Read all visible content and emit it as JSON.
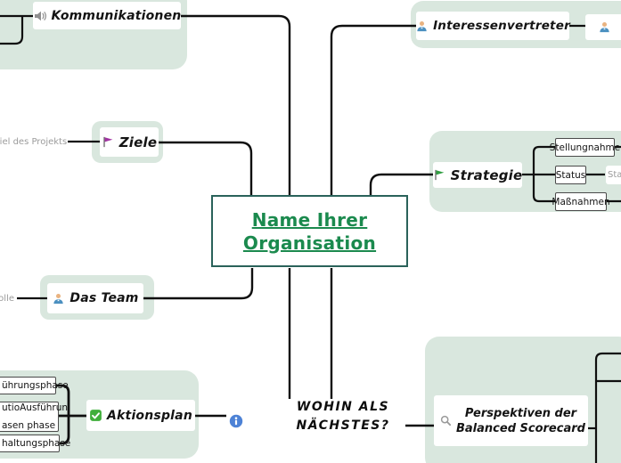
{
  "colors": {
    "branch_highlight": "#d9e7de",
    "connector_line": "#0f0f0f",
    "central_border": "#2a625a",
    "central_text": "#1b8a4e",
    "placeholder_text": "#9b9b9b",
    "info_icon_blue": "#4d82d6",
    "checkbox_green": "#3fae3a",
    "flag_purple": "#a233a2",
    "flag_green": "#2f9e41",
    "person_blue": "#4b90c0",
    "icon_gray": "#8f8f8f"
  },
  "central": {
    "line1": "Name Ihrer",
    "line2": "Organisation"
  },
  "branches": {
    "kommunikationen": {
      "label": "Kommunikationen",
      "icon": "speaker-icon"
    },
    "interessenvertreter": {
      "label": "Interessenvertreter",
      "icon": "person-icon"
    },
    "ziele": {
      "label": "Ziele",
      "icon": "flag-icon"
    },
    "ziel_des_projekts": {
      "label": "Ziel des Projekts"
    },
    "strategie": {
      "label": "Strategie",
      "icon": "flag-icon",
      "children": {
        "stellungnahme": "Stellungnahme",
        "status": "Status",
        "status_child_fragment": "Sta",
        "massnahmen": "Maßnahmen"
      }
    },
    "das_team": {
      "label": "Das Team",
      "icon": "person-icon"
    },
    "rolle_fragment": "olle",
    "aktionsplan": {
      "label": "Aktionsplan",
      "icon": "checkbox-icon",
      "children": {
        "phase1_fragment": "ührungsphase",
        "phase2_fragment_line1": "utioAusführun",
        "phase2_fragment_line2": "asen phase",
        "phase3_fragment": "haltungsphase"
      }
    },
    "wohin": {
      "line1": "WOHIN ALS",
      "line2": "NÄCHSTES?"
    },
    "perspektiven": {
      "line1": "Perspektiven der",
      "line2": "Balanced Scorecard",
      "icon": "magnifier-icon"
    }
  }
}
